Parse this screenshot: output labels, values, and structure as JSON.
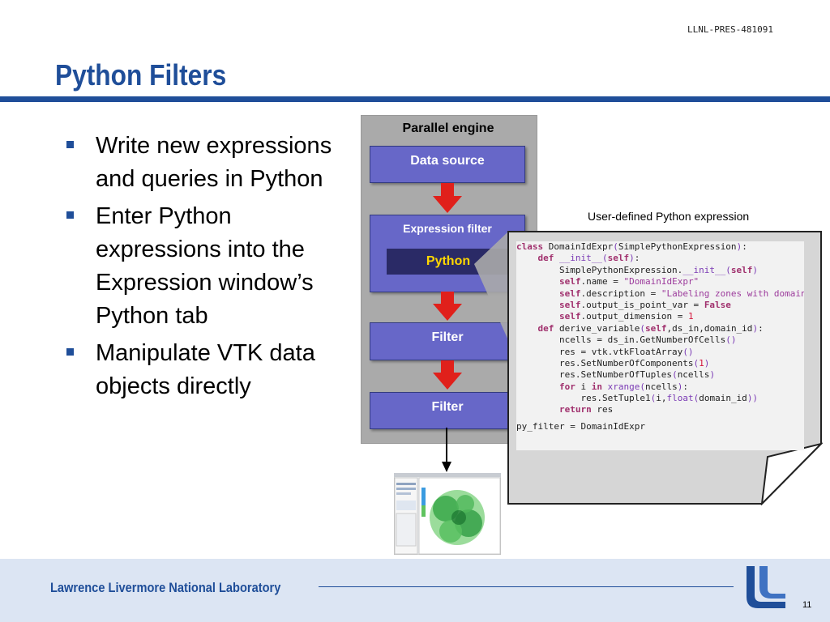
{
  "header": {
    "doc_id": "LLNL-PRES-481091",
    "title": "Python Filters"
  },
  "bullets": [
    "Write new expressions and queries in Python",
    "Enter Python expressions into the Expression window’s Python tab",
    "Manipulate VTK data objects directly"
  ],
  "diagram": {
    "engine_label": "Parallel engine",
    "data_source": "Data source",
    "expression_filter": "Expression filter",
    "python_tag": "Python",
    "filter_1": "Filter",
    "filter_2": "Filter",
    "user_defined_label": "User-defined Python expression"
  },
  "code": {
    "lines": [
      "class DomainIdExpr(SimplePythonExpression):",
      "    def __init__(self):",
      "        SimplePythonExpression.__init__(self)",
      "        self.name = \"DomainIdExpr\"",
      "        self.description = \"Labeling zones with domain ids\"",
      "        self.output_is_point_var = False",
      "        self.output_dimension = 1",
      "    def derive_variable(self,ds_in,domain_id):",
      "        ncells = ds_in.GetNumberOfCells()",
      "        res = vtk.vtkFloatArray()",
      "        res.SetNumberOfComponents(1)",
      "        res.SetNumberOfTuples(ncells)",
      "        for i in xrange(ncells):",
      "            res.SetTuple1(i,float(domain_id))",
      "        return res"
    ],
    "last_line": "py_filter = DomainIdExpr"
  },
  "footer": {
    "lab_name": "Lawrence Livermore National Laboratory",
    "page_number": "11"
  },
  "colors": {
    "brand_blue": "#1f4e99",
    "box_fill": "#6767c8",
    "arrow_red": "#e0201b",
    "python_yellow": "#ffd700"
  }
}
